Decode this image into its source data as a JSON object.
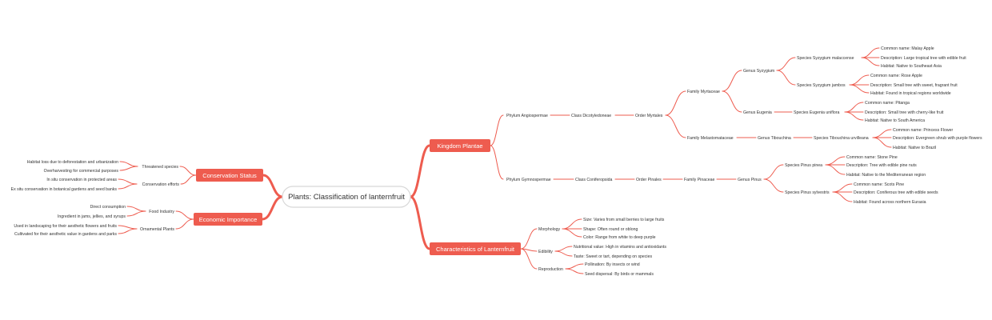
{
  "colors": {
    "accent": "#ee5c4f",
    "text": "#333333",
    "background": "#ffffff"
  },
  "root": "Plants: Classification of lanternfruit",
  "branches": {
    "kingdom": {
      "label": "Kingdom Plantae",
      "angiosperm": {
        "phylum": "Phylum Angiospermae",
        "class": "Class Dicotyledoneae",
        "order": "Order Myrtales",
        "myrtaceae": {
          "family": "Family Myrtaceae",
          "syzygium": {
            "genus": "Genus Syzygium",
            "malaccense": {
              "species": "Species Syzygium malaccense",
              "common": "Common name: Malay Apple",
              "description": "Description: Large tropical tree with edible fruit",
              "habitat": "Habitat: Native to Southeast Asia"
            },
            "jambos": {
              "species": "Species Syzygium jambos",
              "common": "Common name: Rose Apple",
              "description": "Description: Small tree with sweet, fragrant fruit",
              "habitat": "Habitat: Found in tropical regions worldwide"
            }
          },
          "eugenia": {
            "genus": "Genus Eugenia",
            "uniflora": {
              "species": "Species Eugenia uniflora",
              "common": "Common name: Pitanga",
              "description": "Description: Small tree with cherry-like fruit",
              "habitat": "Habitat: Native to South America"
            }
          }
        },
        "melastomataceae": {
          "family": "Family Melastomataceae",
          "genus": "Genus Tibouchina",
          "urvilleana": {
            "species": "Species Tibouchina urvilleana",
            "common": "Common name: Princess Flower",
            "description": "Description: Evergreen shrub with purple flowers",
            "habitat": "Habitat: Native to Brazil"
          }
        }
      },
      "gymnosperm": {
        "phylum": "Phylum Gymnospermae",
        "class": "Class Coniferopsida",
        "order": "Order Pinales",
        "family": "Family Pinaceae",
        "genus": "Genus Pinus",
        "pinea": {
          "species": "Species Pinus pinea",
          "common": "Common name: Stone Pine",
          "description": "Description: Tree with edible pine nuts",
          "habitat": "Habitat: Native to the Mediterranean region"
        },
        "sylvestris": {
          "species": "Species Pinus sylvestris",
          "common": "Common name: Scots Pine",
          "description": "Description: Coniferous tree with edible seeds",
          "habitat": "Habitat: Found across northern Eurasia"
        }
      }
    },
    "characteristics": {
      "label": "Characteristics of Lanternfruit",
      "morphology": {
        "label": "Morphology",
        "size": "Size: Varies from small berries to large fruits",
        "shape": "Shape: Often round or oblong",
        "color": "Color: Range from white to deep purple"
      },
      "edibility": {
        "label": "Edibility",
        "nutrition": "Nutritional value: High in vitamins and antioxidants",
        "taste": "Taste: Sweet or tart, depending on species"
      },
      "reproduction": {
        "label": "Reproduction",
        "pollination": "Pollination: By insects or wind",
        "dispersal": "Seed dispersal: By birds or mammals"
      }
    },
    "conservation": {
      "label": "Conservation Status",
      "threatened": {
        "label": "Threatened species",
        "habitat_loss": "Habitat loss due to deforestation and urbanization",
        "overharvesting": "Overharvesting for commercial purposes"
      },
      "efforts": {
        "label": "Conservation efforts",
        "in_situ": "In situ conservation in protected areas",
        "ex_situ": "Ex situ conservation in botanical gardens and seed banks"
      }
    },
    "economic": {
      "label": "Economic Importance",
      "food": {
        "label": "Food Industry",
        "direct": "Direct consumption",
        "ingredient": "Ingredient in jams, jellies, and syrups"
      },
      "ornamental": {
        "label": "Ornamental Plants",
        "landscaping": "Used in landscaping for their aesthetic flowers and fruits",
        "parks": "Cultivated for their aesthetic value in gardens and parks"
      }
    }
  }
}
